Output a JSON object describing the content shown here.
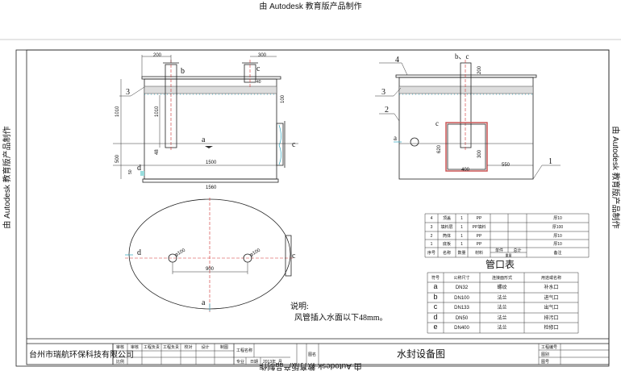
{
  "watermark": "由 Autodesk 教育版产品制作",
  "front_view": {
    "labels": {
      "b": "b",
      "c": "c",
      "a": "a",
      "d": "d",
      "c_out": "c",
      "layer3": "3"
    },
    "dims": {
      "w200": "200",
      "w300": "300",
      "h1010": "1010",
      "h1010b": "1010",
      "h48": "48",
      "h500": "500",
      "h50": "50",
      "h100": "100",
      "h40": "40",
      "w1500": "1500",
      "w1560": "1560"
    }
  },
  "side_view": {
    "labels": {
      "bc": "b、c",
      "a": "a",
      "c": "c",
      "p4": "4",
      "p3": "3",
      "p2": "2",
      "p1": "1"
    },
    "dims": {
      "h200": "200",
      "h620": "620",
      "h300": "300",
      "w400": "400",
      "w550": "550"
    }
  },
  "plan_view": {
    "labels": {
      "d": "d",
      "c": "c",
      "a": "a"
    },
    "dims": {
      "phi1": "φ100",
      "phi2": "φ100",
      "w900": "900"
    }
  },
  "note": {
    "title": "说明:",
    "text": "风管插入水面以下48mm。"
  },
  "parts_table": {
    "rows": [
      [
        "4",
        "顶盖",
        "1",
        "PP",
        "",
        "",
        "厚10"
      ],
      [
        "3",
        "填料层",
        "1",
        "PP填料",
        "",
        "",
        "厚100"
      ],
      [
        "2",
        "筒体",
        "1",
        "PP",
        "",
        "",
        "厚10"
      ],
      [
        "1",
        "底板",
        "1",
        "PP",
        "",
        "",
        "厚10"
      ]
    ],
    "header": [
      "序号",
      "名称",
      "数量",
      "材料",
      "单件",
      "总计",
      "备注"
    ],
    "weight_label": "重量"
  },
  "nozzle_title": "管口表",
  "nozzle_table": {
    "header": [
      "符号",
      "公称尺寸",
      "连接面形式",
      "用途或名称"
    ],
    "rows": [
      [
        "a",
        "DN32",
        "螺纹",
        "补水口"
      ],
      [
        "b",
        "DN100",
        "法兰",
        "进气口"
      ],
      [
        "c",
        "DN133",
        "法兰",
        "出气口"
      ],
      [
        "d",
        "DN50",
        "法兰",
        "排污口"
      ],
      [
        "e",
        "DN400",
        "法兰",
        "检修口"
      ]
    ]
  },
  "title_block": {
    "company": "台州市瑞航环保科技有限公司",
    "roles": [
      "审核",
      "审核",
      "工程负责",
      "工程负责",
      "校对",
      "设计",
      "制图"
    ],
    "project_label": "工程名称",
    "scale_label": "比例",
    "row3": [
      "专业",
      "日期",
      "2013年_月"
    ],
    "drawing_label": "图名",
    "drawing_title": "水封设备图",
    "right": [
      "工程编号",
      "图别",
      "图号"
    ]
  }
}
